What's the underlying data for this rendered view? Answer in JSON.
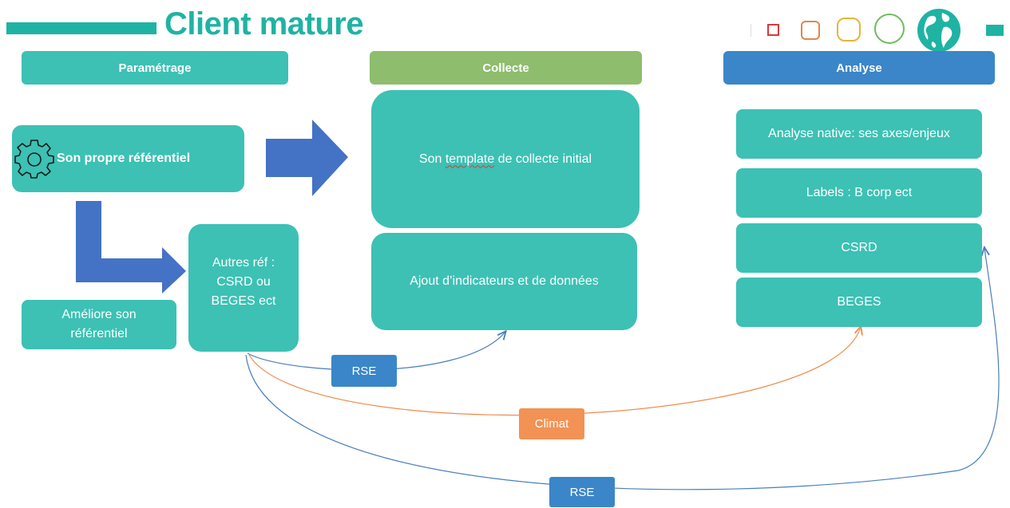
{
  "header": {
    "title": "Client mature"
  },
  "columns": {
    "parametrage": "Paramétrage",
    "collecte": "Collecte",
    "analyse": "Analyse"
  },
  "parametrage": {
    "own_ref": "Son propre référentiel",
    "other_ref_line1": "Autres réf :",
    "other_ref_line2": "CSRD ou",
    "other_ref_line3": "BEGES ect",
    "improve_line1": "Améliore son",
    "improve_line2": "référentiel"
  },
  "collecte": {
    "template_pre": "Son ",
    "template_word": "template",
    "template_post": " de collecte initial",
    "ajout": "Ajout d’indicateurs et de données"
  },
  "analyse": {
    "native": "Analyse native: ses axes/enjeux",
    "labels": "Labels : B corp ect",
    "csrd": "CSRD",
    "beges": "BEGES"
  },
  "connectors": {
    "rse_top": "RSE",
    "climat": "Climat",
    "rse_bottom": "RSE"
  },
  "colors": {
    "teal": "#3cc1b4",
    "title_teal": "#1fb3a3",
    "green": "#8ebd6d",
    "blue_header": "#3a86c8",
    "arrow_blue": "#4472c4",
    "climat_orange": "#f29254",
    "rse_blue": "#3a86c8"
  },
  "icons": [
    "gear-icon",
    "square-icon",
    "rounded-square-icon",
    "circle-icon",
    "globe-icon",
    "arrow-right-icon",
    "l-arrow-icon"
  ]
}
